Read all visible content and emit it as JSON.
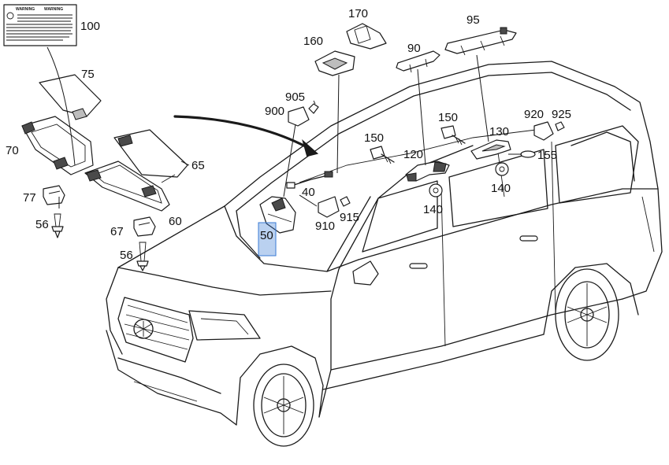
{
  "labels": [
    {
      "id": "100",
      "text": "100",
      "x": 0,
      "y": 0
    },
    {
      "id": "75",
      "text": "75"
    },
    {
      "id": "70",
      "text": "70"
    },
    {
      "id": "65",
      "text": "65"
    },
    {
      "id": "60",
      "text": "60"
    },
    {
      "id": "77",
      "text": "77"
    },
    {
      "id": "56a",
      "text": "56"
    },
    {
      "id": "67",
      "text": "67"
    },
    {
      "id": "56b",
      "text": "56"
    },
    {
      "id": "170",
      "text": "170"
    },
    {
      "id": "160",
      "text": "160"
    },
    {
      "id": "95",
      "text": "95"
    },
    {
      "id": "90",
      "text": "90"
    },
    {
      "id": "905",
      "text": "905"
    },
    {
      "id": "900",
      "text": "900"
    },
    {
      "id": "150a",
      "text": "150"
    },
    {
      "id": "150b",
      "text": "150"
    },
    {
      "id": "130",
      "text": "130"
    },
    {
      "id": "920",
      "text": "920"
    },
    {
      "id": "925",
      "text": "925"
    },
    {
      "id": "155",
      "text": "155"
    },
    {
      "id": "120",
      "text": "120"
    },
    {
      "id": "140a",
      "text": "140"
    },
    {
      "id": "140b",
      "text": "140"
    },
    {
      "id": "40",
      "text": "40"
    },
    {
      "id": "910",
      "text": "910"
    },
    {
      "id": "915",
      "text": "915"
    },
    {
      "id": "50",
      "text": "50"
    }
  ],
  "warning_label": {
    "title_left": "WARNING",
    "title_right": "WARNING"
  },
  "colors": {
    "highlight": "#3a7bd5",
    "ink": "#1a1a1a"
  }
}
